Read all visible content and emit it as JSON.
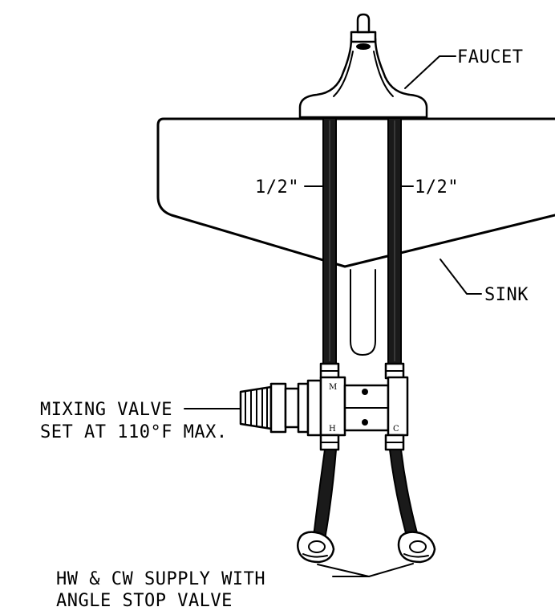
{
  "labels": {
    "faucet": "FAUCET",
    "pipe_size_left": "1/2\"",
    "pipe_size_right": "1/2\"",
    "sink": "SINK",
    "mixing_valve_line1": "MIXING VALVE",
    "mixing_valve_line2": "SET AT 110°F MAX.",
    "supply_line1": "HW & CW SUPPLY WITH",
    "supply_line2": "ANGLE STOP VALVE"
  },
  "valve_markings": {
    "mixed": "M",
    "hot": "H",
    "cold": "C"
  },
  "colors": {
    "line": "#000000",
    "background": "#ffffff",
    "pipe_fill": "#1a1a1a"
  }
}
